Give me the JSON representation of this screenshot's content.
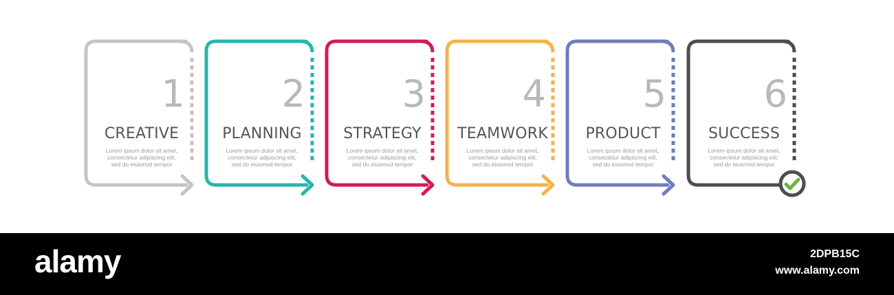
{
  "steps": [
    {
      "number": "1",
      "title": "CREATIVE",
      "color": "#c4c4c4",
      "desc": [
        "Lorem ipsum dolor sit amet,",
        "consectetur adipiscing elit,",
        "sed do eiusmod tempor"
      ]
    },
    {
      "number": "2",
      "title": "PLANNING",
      "color": "#27b6ad",
      "desc": [
        "Lorem ipsum dolor sit amet,",
        "consectetur adipiscing elit,",
        "sed do eiusmod tempor"
      ]
    },
    {
      "number": "3",
      "title": "STRATEGY",
      "color": "#d11c57",
      "desc": [
        "Lorem ipsum dolor sit amet,",
        "consectetur adipiscing elit,",
        "sed do eiusmod tempor"
      ]
    },
    {
      "number": "4",
      "title": "TEAMWORK",
      "color": "#f2b34a",
      "desc": [
        "Lorem ipsum dolor sit amet,",
        "consectetur adipiscing elit,",
        "sed do eiusmod tempor"
      ]
    },
    {
      "number": "5",
      "title": "PRODUCT",
      "color": "#6f7dbe",
      "desc": [
        "Lorem ipsum dolor sit amet,",
        "consectetur adipiscing elit,",
        "sed do eiusmod tempor"
      ]
    },
    {
      "number": "6",
      "title": "SUCCESS",
      "color": "#4d4d4d",
      "desc": [
        "Lorem ipsum dolor sit amet,",
        "consectetur adipiscing elit,",
        "sed do eiusmod tempor"
      ],
      "end_icon": "check-circle-icon",
      "check_color": "#6cb33e"
    }
  ],
  "footer": {
    "brand": "alamy",
    "image_id": "2DPB15C",
    "site": "www.alamy.com"
  }
}
